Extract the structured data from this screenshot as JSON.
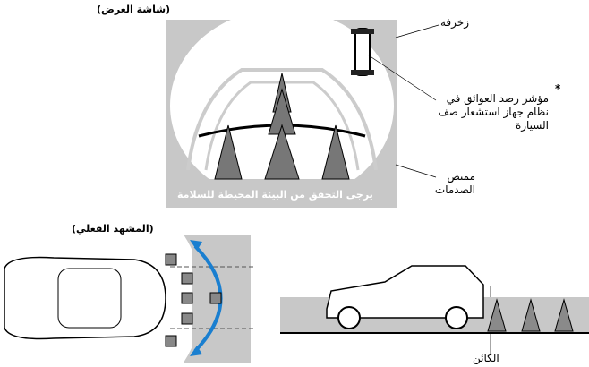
{
  "display_screen": {
    "heading": "(شاشة العرض)",
    "safety_message": "يرجى التحقق من البيئة المحيطة للسلامة"
  },
  "labels": {
    "decoration": "زخرفة",
    "indicator_asterisk": "*",
    "indicator_line1": "مؤشر رصد العوائق في",
    "indicator_line2": "نظام جهاز استشعار صف",
    "indicator_line3": "السيارة",
    "bumper_line1": "ممتص",
    "bumper_line2": "الصدمات",
    "object": "الكائن"
  },
  "actual_view": {
    "heading": "(المشهد الفعلي)"
  },
  "colors": {
    "panel_gray": "#c8c8c8",
    "arrow_blue": "#1a7fd0",
    "cone_gray": "#8a8a8a"
  }
}
